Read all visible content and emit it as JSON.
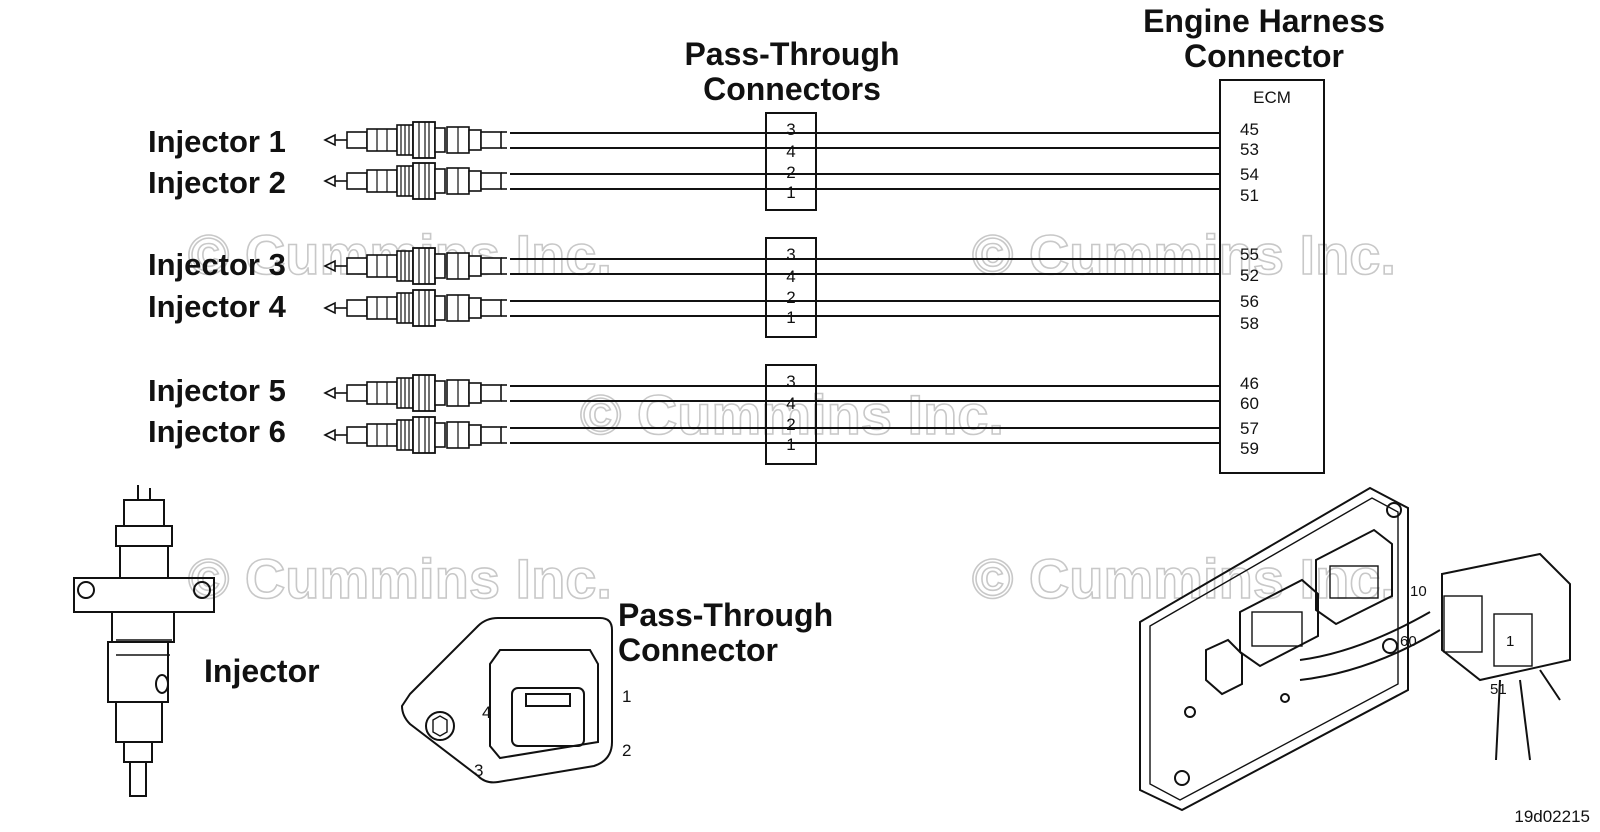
{
  "headers": {
    "engine_harness_line1": "Engine Harness",
    "engine_harness_line2": "Connector",
    "pass_through_line1": "Pass-Through",
    "pass_through_line2": "Connectors"
  },
  "ecm_label": "ECM",
  "injectors": [
    {
      "label": "Injector 1"
    },
    {
      "label": "Injector 2"
    },
    {
      "label": "Injector 3"
    },
    {
      "label": "Injector 4"
    },
    {
      "label": "Injector 5"
    },
    {
      "label": "Injector 6"
    }
  ],
  "pass_through_groups": [
    {
      "pins": [
        "3",
        "4",
        "2",
        "1"
      ],
      "ecm_pins": [
        "45",
        "53",
        "54",
        "51"
      ]
    },
    {
      "pins": [
        "3",
        "4",
        "2",
        "1"
      ],
      "ecm_pins": [
        "55",
        "52",
        "56",
        "58"
      ]
    },
    {
      "pins": [
        "3",
        "4",
        "2",
        "1"
      ],
      "ecm_pins": [
        "46",
        "60",
        "57",
        "59"
      ]
    }
  ],
  "detail": {
    "injector_label": "Injector",
    "pt_connector_line1": "Pass-Through",
    "pt_connector_line2": "Connector",
    "pt_pins": [
      "1",
      "2",
      "3",
      "4"
    ],
    "ecm_connector_pins": [
      "10",
      "60",
      "1",
      "51"
    ]
  },
  "watermark": "© Cummins Inc.",
  "figure_id": "19d02215"
}
